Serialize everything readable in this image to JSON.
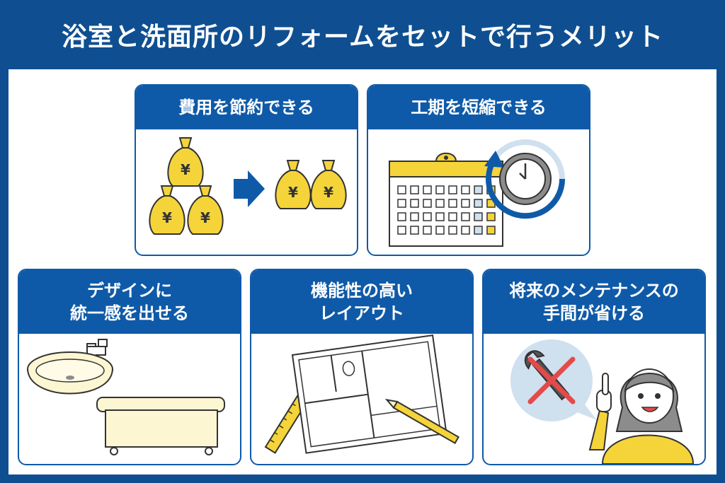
{
  "title": "浴室と洗面所のリフォームをセットで行うメリット",
  "colors": {
    "brand_blue": "#0f5aa8",
    "dark_blue": "#0f4f91",
    "accent_yellow": "#f5d43a",
    "cream": "#fdf6d2",
    "light_blue": "#cfe0ef"
  },
  "cards": [
    {
      "id": "cost",
      "label": "費用を節約できる",
      "icon": "money-bags-icon",
      "symbol": "¥"
    },
    {
      "id": "period",
      "label": "工期を短縮できる",
      "icon": "calendar-clock-icon"
    },
    {
      "id": "design",
      "label": "デザインに\n統一感を出せる",
      "icon": "sink-bathtub-icon"
    },
    {
      "id": "layout",
      "label": "機能性の高い\nレイアウト",
      "icon": "floor-plan-icon"
    },
    {
      "id": "maintenance",
      "label": "将来のメンテナンスの\n手間が省ける",
      "icon": "woman-wrench-crossed-icon"
    }
  ]
}
